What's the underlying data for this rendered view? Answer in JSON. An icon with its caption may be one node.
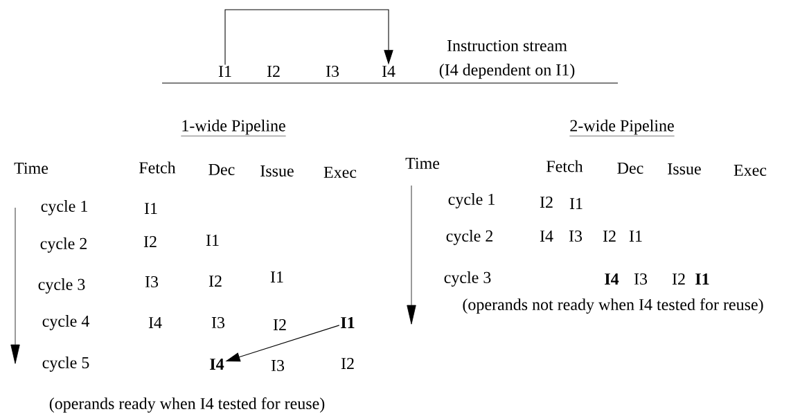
{
  "diagram": {
    "nodes": [
      {
        "text": [
          "I1"
        ]
      },
      {
        "text": [
          "I4"
        ]
      },
      {
        "text": [
          "I1"
        ]
      },
      {
        "text": [
          "I4"
        ]
      }
    ],
    "edges": [
      {
        "from": 0,
        "to": 1,
        "arrow": "to"
      },
      {
        "from": 2,
        "to": 3,
        "arrow": "to"
      }
    ],
    "labels": [
      "I2",
      "I3",
      "Instruction stream",
      "(I4 dependent on I1)",
      "1-wide Pipeline",
      "2-wide Pipeline",
      "Time",
      "Fetch",
      "Dec",
      "Issue",
      "Exec",
      "cycle 1",
      "I1",
      "cycle 2",
      "I2",
      "I1",
      "cycle 3",
      "I3",
      "I2",
      "I1",
      "cycle 4",
      "I4",
      "I3",
      "I2",
      "cycle 5",
      "I3",
      "I2",
      "(operands ready when I4 tested for reuse)",
      "Time",
      "Fetch",
      "Dec",
      "Issue",
      "Exec",
      "cycle 1",
      "I2",
      "I1",
      "cycle 2",
      "I4",
      "I3",
      "I2",
      "I1",
      "cycle 3",
      "I4",
      "I3",
      "I2",
      "I1",
      "(operands not ready when I4 tested for reuse)"
    ]
  }
}
